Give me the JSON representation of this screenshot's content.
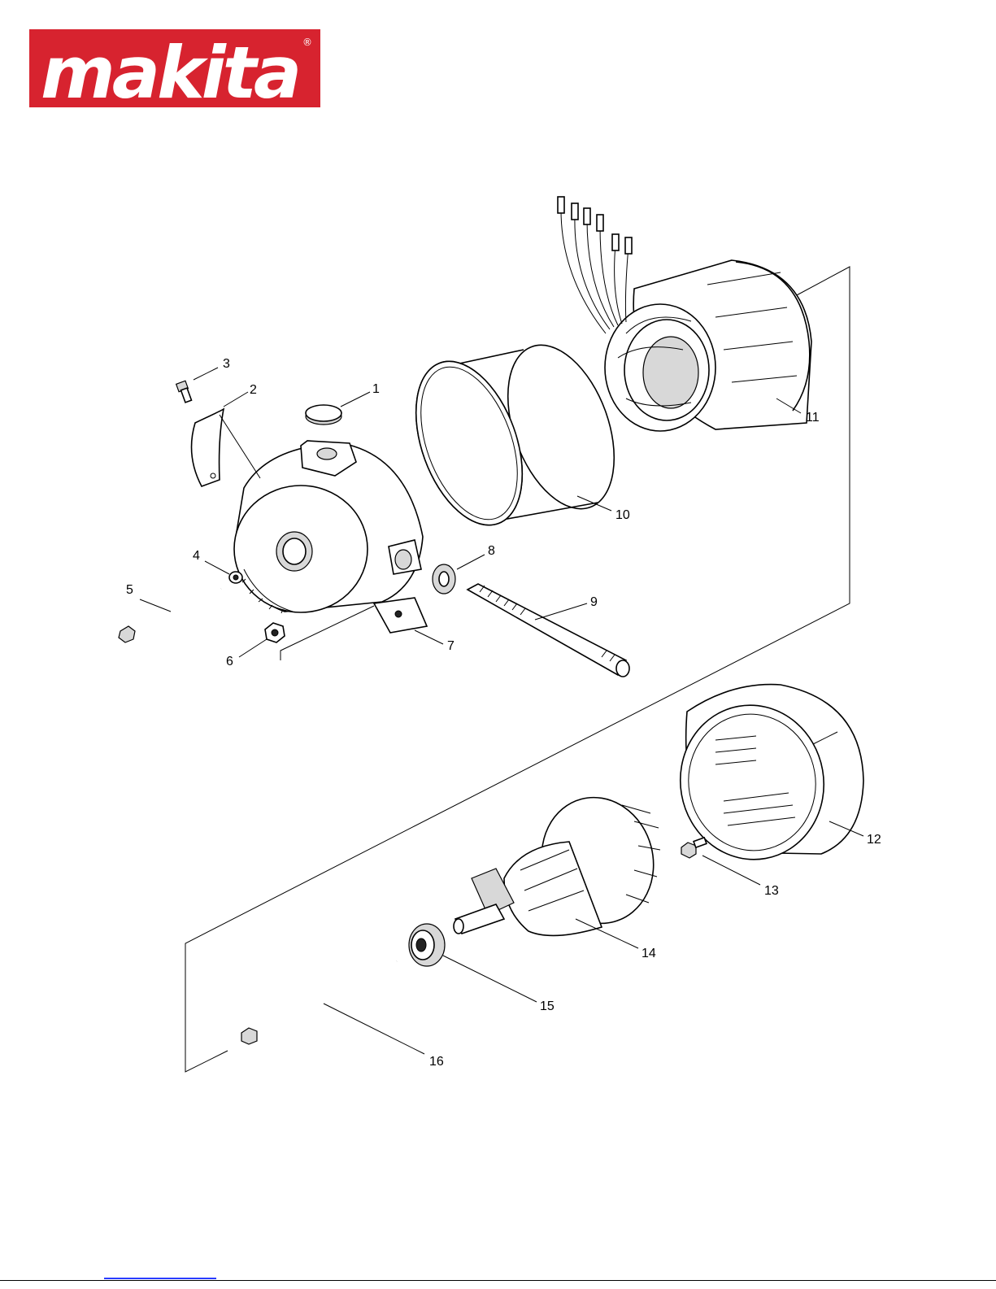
{
  "brand": {
    "logo_text": "makita",
    "logo_color": "#d7232f",
    "registered_mark": "®"
  },
  "callouts": [
    "1",
    "2",
    "3",
    "4",
    "5",
    "6",
    "7",
    "8",
    "9",
    "10",
    "11",
    "12",
    "13",
    "14",
    "15",
    "16"
  ]
}
